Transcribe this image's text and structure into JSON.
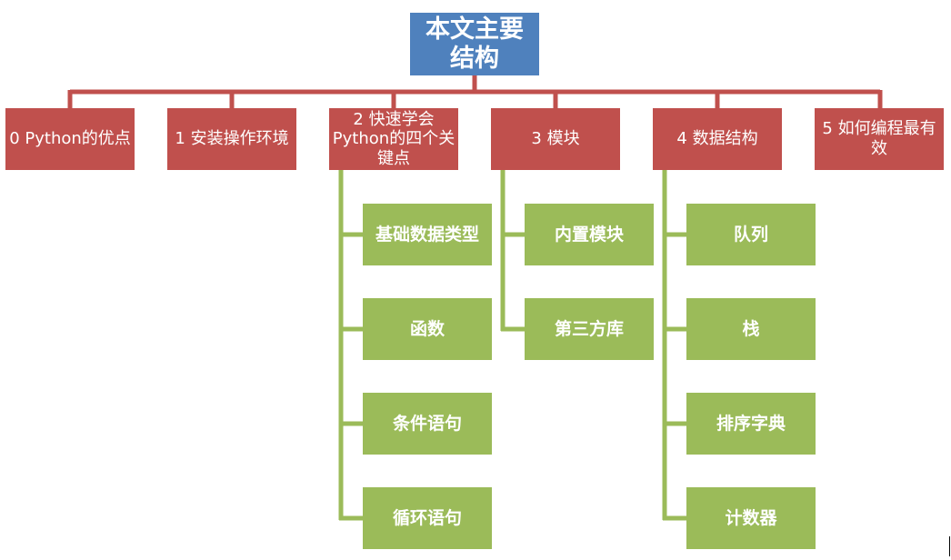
{
  "root": {
    "label": "本文主要\n结构"
  },
  "sections": [
    {
      "label": "0 Python的优点"
    },
    {
      "label": "1 安装操作环境"
    },
    {
      "label": "2 快速学会\nPython的四个关\n键点"
    },
    {
      "label": "3 模块"
    },
    {
      "label": "4 数据结构"
    },
    {
      "label": "5 如何编程最有\n效"
    }
  ],
  "subtopics": {
    "keypoints": [
      "基础数据类型",
      "函数",
      "条件语句",
      "循环语句"
    ],
    "modules": [
      "内置模块",
      "第三方库"
    ],
    "data_structures": [
      "队列",
      "栈",
      "排序字典",
      "计数器"
    ]
  },
  "colors": {
    "root": "#4f81bd",
    "level1": "#c0504d",
    "level2": "#9bbb59",
    "connector_red": "#c0504d",
    "connector_green": "#9bbb59"
  }
}
